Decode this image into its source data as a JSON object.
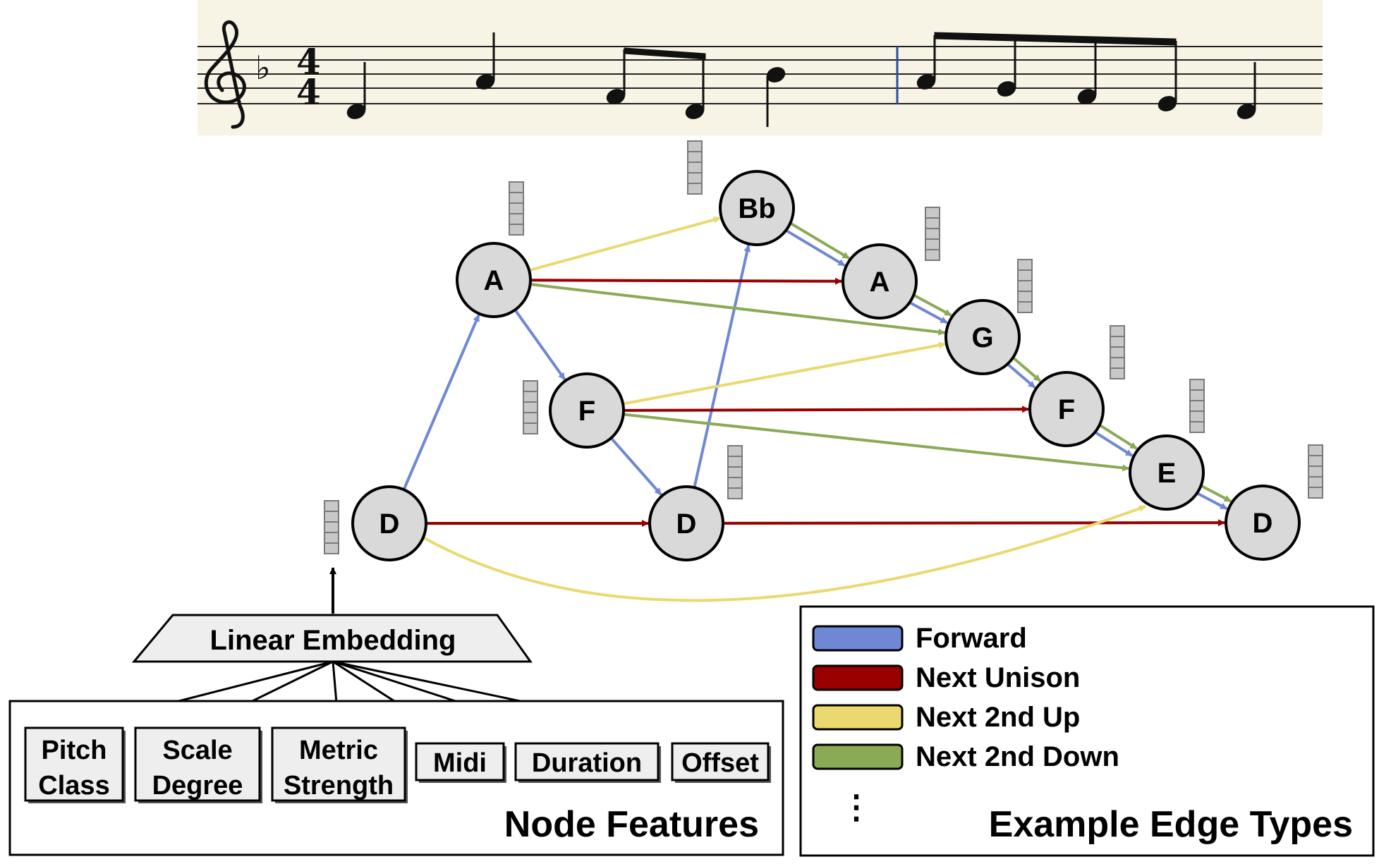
{
  "colors": {
    "forward": "#6f87d4",
    "next_unison": "#990000",
    "next_2nd_up": "#ead96f",
    "next_2nd_down": "#8aaa55",
    "node_fill": "#d9d9d9",
    "staff_bg": "#f7f4e6"
  },
  "score": {
    "key_signature": "♭",
    "time_signature_top": "4",
    "time_signature_bottom": "4"
  },
  "nodes": [
    {
      "id": "n1",
      "label": "D"
    },
    {
      "id": "n2",
      "label": "A"
    },
    {
      "id": "n3",
      "label": "F"
    },
    {
      "id": "n4",
      "label": "D"
    },
    {
      "id": "n5",
      "label": "Bb"
    },
    {
      "id": "n6",
      "label": "A"
    },
    {
      "id": "n7",
      "label": "G"
    },
    {
      "id": "n8",
      "label": "F"
    },
    {
      "id": "n9",
      "label": "E"
    },
    {
      "id": "n10",
      "label": "D"
    }
  ],
  "edges": [
    {
      "from": "n1",
      "to": "n2",
      "type": "forward"
    },
    {
      "from": "n2",
      "to": "n3",
      "type": "forward"
    },
    {
      "from": "n3",
      "to": "n4",
      "type": "forward"
    },
    {
      "from": "n4",
      "to": "n5",
      "type": "forward"
    },
    {
      "from": "n5",
      "to": "n6",
      "type": "forward"
    },
    {
      "from": "n6",
      "to": "n7",
      "type": "forward"
    },
    {
      "from": "n7",
      "to": "n8",
      "type": "forward"
    },
    {
      "from": "n8",
      "to": "n9",
      "type": "forward"
    },
    {
      "from": "n9",
      "to": "n10",
      "type": "forward"
    },
    {
      "from": "n1",
      "to": "n4",
      "type": "next_unison"
    },
    {
      "from": "n4",
      "to": "n10",
      "type": "next_unison"
    },
    {
      "from": "n2",
      "to": "n6",
      "type": "next_unison"
    },
    {
      "from": "n3",
      "to": "n8",
      "type": "next_unison"
    },
    {
      "from": "n2",
      "to": "n5",
      "type": "next_2nd_up"
    },
    {
      "from": "n3",
      "to": "n7",
      "type": "next_2nd_up"
    },
    {
      "from": "n1",
      "to": "n9",
      "type": "next_2nd_up"
    },
    {
      "from": "n5",
      "to": "n6",
      "type": "next_2nd_down"
    },
    {
      "from": "n6",
      "to": "n7",
      "type": "next_2nd_down"
    },
    {
      "from": "n7",
      "to": "n8",
      "type": "next_2nd_down"
    },
    {
      "from": "n8",
      "to": "n9",
      "type": "next_2nd_down"
    },
    {
      "from": "n9",
      "to": "n10",
      "type": "next_2nd_down"
    },
    {
      "from": "n2",
      "to": "n7",
      "type": "next_2nd_down"
    },
    {
      "from": "n3",
      "to": "n9",
      "type": "next_2nd_down"
    }
  ],
  "embedding": {
    "label": "Linear Embedding"
  },
  "features": {
    "title": "Node Features",
    "items": [
      {
        "line1": "Pitch",
        "line2": "Class"
      },
      {
        "line1": "Scale",
        "line2": "Degree"
      },
      {
        "line1": "Metric",
        "line2": "Strength"
      },
      {
        "line1": "Midi",
        "line2": ""
      },
      {
        "line1": "Duration",
        "line2": ""
      },
      {
        "line1": "Offset",
        "line2": ""
      }
    ]
  },
  "legend": {
    "title": "Example Edge Types",
    "ellipsis": "⋮",
    "items": [
      {
        "label": "Forward",
        "color_key": "forward"
      },
      {
        "label": "Next Unison",
        "color_key": "next_unison"
      },
      {
        "label": "Next 2nd Up",
        "color_key": "next_2nd_up"
      },
      {
        "label": "Next 2nd Down",
        "color_key": "next_2nd_down"
      }
    ]
  }
}
